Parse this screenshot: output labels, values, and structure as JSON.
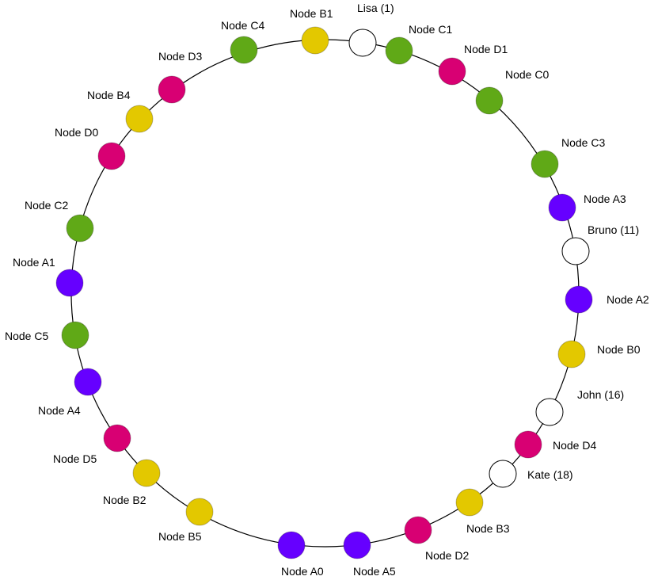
{
  "colors": {
    "A": "#6600ff",
    "B": "#e3c800",
    "C": "#60a917",
    "D": "#d80073",
    "key": "#ffffff",
    "ring": "#000000"
  },
  "nodes": [
    {
      "id": "node-b1",
      "label": "Node B1",
      "group": "B"
    },
    {
      "id": "key-lisa",
      "label": "Lisa (1)",
      "group": "key"
    },
    {
      "id": "node-c1",
      "label": "Node C1",
      "group": "C"
    },
    {
      "id": "node-d1",
      "label": "Node D1",
      "group": "D"
    },
    {
      "id": "node-c0",
      "label": "Node C0",
      "group": "C"
    },
    {
      "id": "node-c3",
      "label": "Node C3",
      "group": "C"
    },
    {
      "id": "node-a3",
      "label": "Node A3",
      "group": "A"
    },
    {
      "id": "key-bruno",
      "label": "Bruno (11)",
      "group": "key"
    },
    {
      "id": "node-a2",
      "label": "Node A2",
      "group": "A"
    },
    {
      "id": "node-b0",
      "label": "Node B0",
      "group": "B"
    },
    {
      "id": "key-john",
      "label": "John (16)",
      "group": "key"
    },
    {
      "id": "node-d4",
      "label": "Node D4",
      "group": "D"
    },
    {
      "id": "key-kate",
      "label": "Kate (18)",
      "group": "key"
    },
    {
      "id": "node-b3",
      "label": "Node B3",
      "group": "B"
    },
    {
      "id": "node-d2",
      "label": "Node D2",
      "group": "D"
    },
    {
      "id": "node-a5",
      "label": "Node A5",
      "group": "A"
    },
    {
      "id": "node-a0",
      "label": "Node A0",
      "group": "A"
    },
    {
      "id": "node-b5",
      "label": "Node B5",
      "group": "B"
    },
    {
      "id": "node-b2",
      "label": "Node B2",
      "group": "B"
    },
    {
      "id": "node-d5",
      "label": "Node D5",
      "group": "D"
    },
    {
      "id": "node-a4",
      "label": "Node A4",
      "group": "A"
    },
    {
      "id": "node-c5",
      "label": "Node C5",
      "group": "C"
    },
    {
      "id": "node-a1",
      "label": "Node A1",
      "group": "A"
    },
    {
      "id": "node-c2",
      "label": "Node C2",
      "group": "C"
    },
    {
      "id": "node-d0",
      "label": "Node D0",
      "group": "D"
    },
    {
      "id": "node-b4",
      "label": "Node B4",
      "group": "B"
    },
    {
      "id": "node-d3",
      "label": "Node D3",
      "group": "D"
    },
    {
      "id": "node-c4",
      "label": "Node C4",
      "group": "C"
    }
  ]
}
